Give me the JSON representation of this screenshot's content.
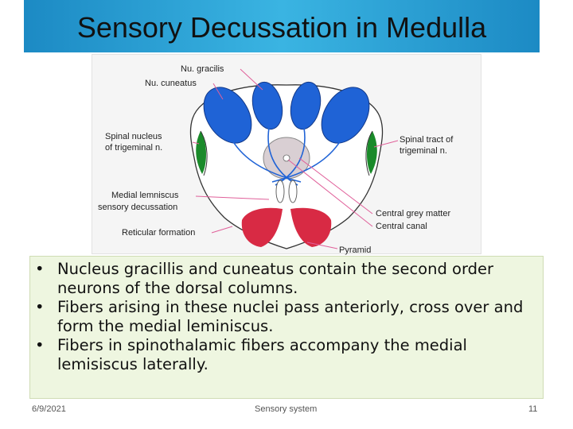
{
  "slide": {
    "title": "Sensory Decussation in Medulla",
    "date": "6/9/2021",
    "footer_text": "Sensory system",
    "page_number": "11"
  },
  "figure": {
    "labels": {
      "nu_gracilis": "Nu. gracilis",
      "nu_cuneatus": "Nu. cuneatus",
      "spinal_nucleus_1": "Spinal nucleus",
      "spinal_nucleus_2": "of trigeminal n.",
      "spinal_tract_1": "Spinal tract of",
      "spinal_tract_2": "trigeminal n.",
      "medial_lemniscus_1": "Medial lemniscus",
      "medial_lemniscus_2": "sensory decussation",
      "central_grey": "Central grey matter",
      "central_canal": "Central canal",
      "reticular": "Reticular formation",
      "pyramid": "Pyramid"
    },
    "colors": {
      "nuclei": "#1f63d6",
      "trigeminal": "#1a8a2a",
      "pyramid": "#d82a44",
      "grey_matter": "#d9cfd3",
      "pointer": "#e0609a"
    }
  },
  "bullets": [
    {
      "marker": "•",
      "text": "Nucleus gracillis and cuneatus contain the second order neurons of the dorsal columns."
    },
    {
      "marker": "•",
      "text": "Fibers arising in these nuclei pass anteriorly, cross over and form the medial leminiscus."
    },
    {
      "marker": "•",
      "text": "Fibers in spinothalamic fibers accompany the medial lemisiscus laterally."
    }
  ]
}
